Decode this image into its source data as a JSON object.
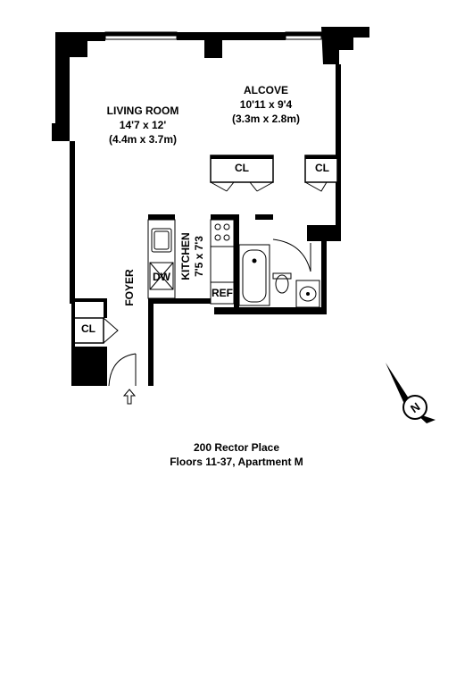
{
  "rooms": {
    "living": {
      "name": "LIVING ROOM",
      "dim_ft": "14'7 x 12'",
      "dim_m": "(4.4m x 3.7m)"
    },
    "alcove": {
      "name": "ALCOVE",
      "dim_ft": "10'11 x 9'4",
      "dim_m": "(3.3m x 2.8m)"
    },
    "kitchen": {
      "name": "KITCHEN",
      "dim_ft": "7'5 x 7'3"
    },
    "foyer": {
      "name": "FOYER"
    }
  },
  "fixtures": {
    "closet": "CL",
    "dishwasher": "DW",
    "refrigerator": "REF"
  },
  "compass": {
    "letter": "N"
  },
  "caption": {
    "address": "200 Rector Place",
    "unit": "Floors 11-37, Apartment M"
  }
}
